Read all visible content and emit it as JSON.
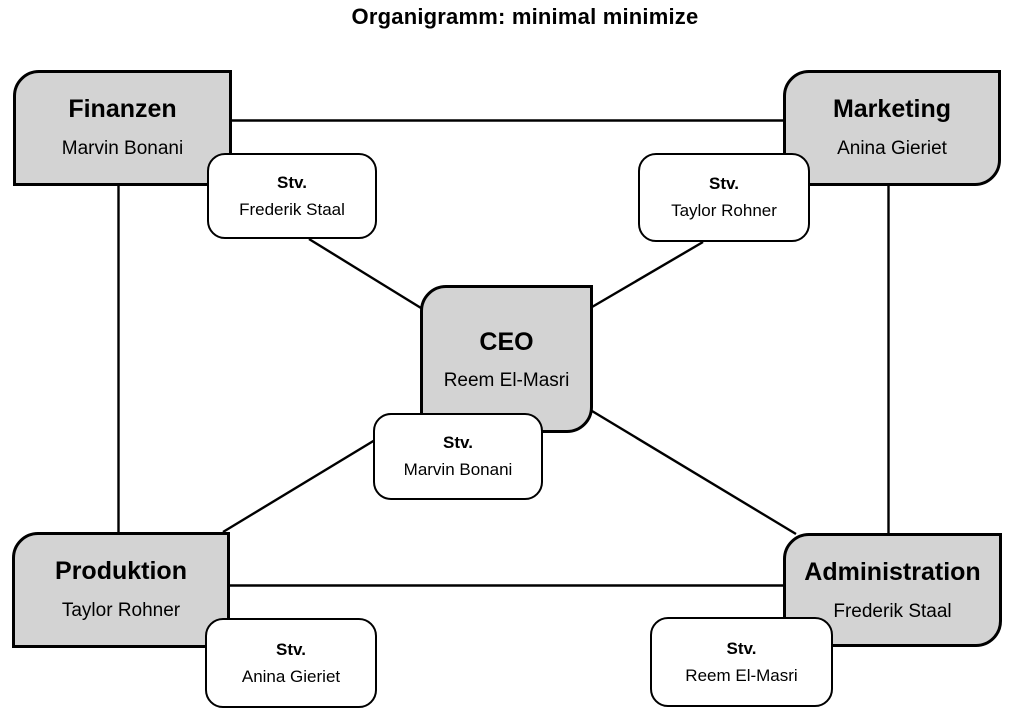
{
  "title": "Organigramm: minimal minimize",
  "colors": {
    "node_fill": "#d3d3d3",
    "node_border": "#000000",
    "deputy_fill": "#ffffff",
    "connector": "#000000",
    "background": "#ffffff"
  },
  "nodes": {
    "ceo": {
      "name": "CEO",
      "person": "Reem El-Masri",
      "deputy_label": "Stv.",
      "deputy": "Marvin Bonani"
    },
    "finanzen": {
      "name": "Finanzen",
      "person": "Marvin Bonani",
      "deputy_label": "Stv.",
      "deputy": "Frederik Staal"
    },
    "marketing": {
      "name": "Marketing",
      "person": "Anina Gieriet",
      "deputy_label": "Stv.",
      "deputy": "Taylor Rohner"
    },
    "produktion": {
      "name": "Produktion",
      "person": "Taylor Rohner",
      "deputy_label": "Stv.",
      "deputy": "Anina Gieriet"
    },
    "administration": {
      "name": "Administration",
      "person": "Frederik Staal",
      "deputy_label": "Stv.",
      "deputy": "Reem El-Masri"
    }
  },
  "edges": [
    {
      "from": "finanzen",
      "to": "marketing"
    },
    {
      "from": "produktion",
      "to": "administration"
    },
    {
      "from": "finanzen",
      "to": "produktion"
    },
    {
      "from": "marketing",
      "to": "administration"
    },
    {
      "from": "finanzen-deputy",
      "to": "ceo"
    },
    {
      "from": "marketing-deputy",
      "to": "ceo"
    },
    {
      "from": "ceo-deputy",
      "to": "produktion"
    },
    {
      "from": "ceo",
      "to": "administration"
    }
  ]
}
